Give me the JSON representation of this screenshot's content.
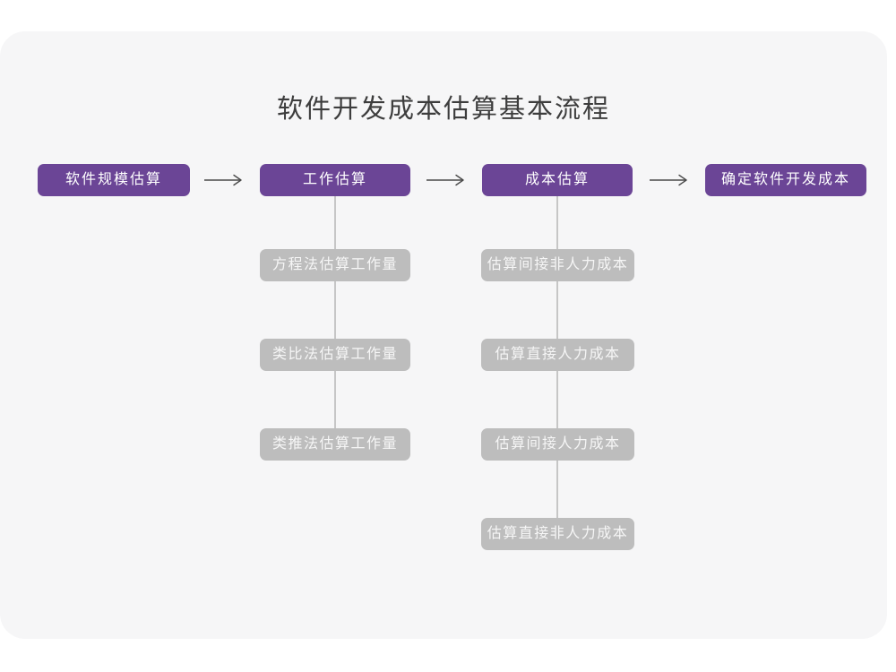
{
  "title": "软件开发成本估算基本流程",
  "colors": {
    "page_background": "#ffffff",
    "card_background": "#f6f6f7",
    "stage_box": "#6b4596",
    "substep_box": "#bdbdbd",
    "box_text": "#ffffff",
    "title_text": "#3d3d3d",
    "arrow": "#4a4a4a",
    "connector_line": "#c6c6c6"
  },
  "flow": {
    "stages": [
      {
        "label": "软件规模估算",
        "substeps": []
      },
      {
        "label": "工作估算",
        "substeps": [
          "方程法估算工作量",
          "类比法估算工作量",
          "类推法估算工作量"
        ]
      },
      {
        "label": "成本估算",
        "substeps": [
          "估算间接非人力成本",
          "估算直接人力成本",
          "估算间接人力成本",
          "估算直接非人力成本"
        ]
      },
      {
        "label": "确定软件开发成本",
        "substeps": []
      }
    ]
  }
}
